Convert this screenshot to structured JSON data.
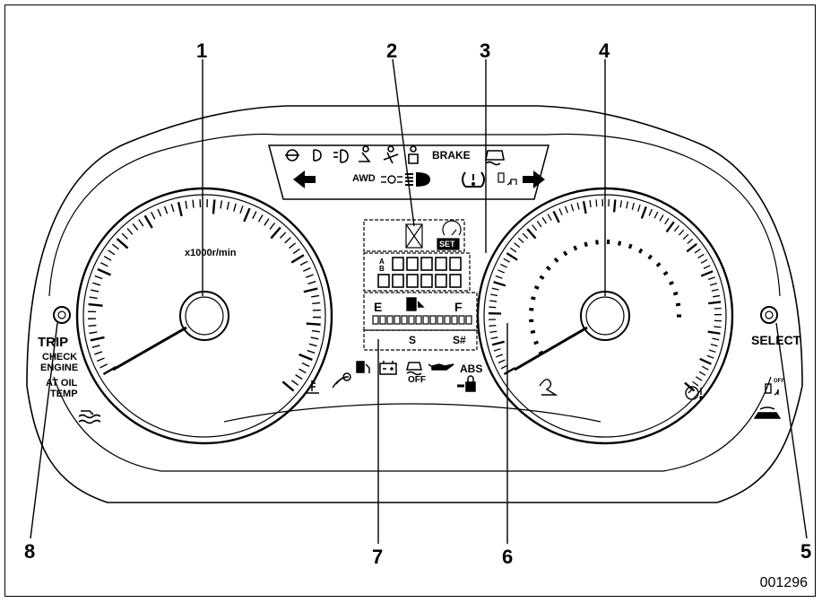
{
  "figure": {
    "id": "001296",
    "callouts": [
      "1",
      "2",
      "3",
      "4",
      "5",
      "6",
      "7",
      "8"
    ]
  },
  "tachometer": {
    "unit_label": "x1000r/min",
    "temp_icon": "coolant-temperature-icon"
  },
  "left_button": {
    "trip": "TRIP",
    "check_engine": [
      "CHECK",
      "ENGINE"
    ],
    "at_oil_temp": [
      "AT OIL",
      "TEMP"
    ]
  },
  "right_button": {
    "select": "SELECT",
    "off": "OFF"
  },
  "top_indicators": {
    "brake": "BRAKE",
    "awd": "AWD",
    "icons": [
      "front-fog-light-icon",
      "rear-fog-light-icon",
      "headlight-leveling-icon",
      "seatbelt-icon",
      "passenger-seatbelt-icon",
      "srs-airbag-icon",
      "vehicle-dynamics-icon",
      "left-turn-signal-icon",
      "small-light-icon",
      "high-beam-icon",
      "tire-pressure-icon",
      "hill-descent-icon",
      "right-turn-signal-icon"
    ]
  },
  "center_display": {
    "set": "SET",
    "fuel_empty": "E",
    "fuel_full": "F",
    "gear_s": "S",
    "gear_sh": "S#",
    "odo_a": "A",
    "odo_b": "B"
  },
  "bottom_indicators": {
    "off": "OFF",
    "abs": "ABS",
    "icons": [
      "low-fuel-icon",
      "charge-icon",
      "vdc-off-icon",
      "oil-pressure-icon",
      "abs-icon",
      "security-icon",
      "key-icon"
    ]
  },
  "colors": {
    "line": "#000000",
    "background": "#ffffff"
  }
}
